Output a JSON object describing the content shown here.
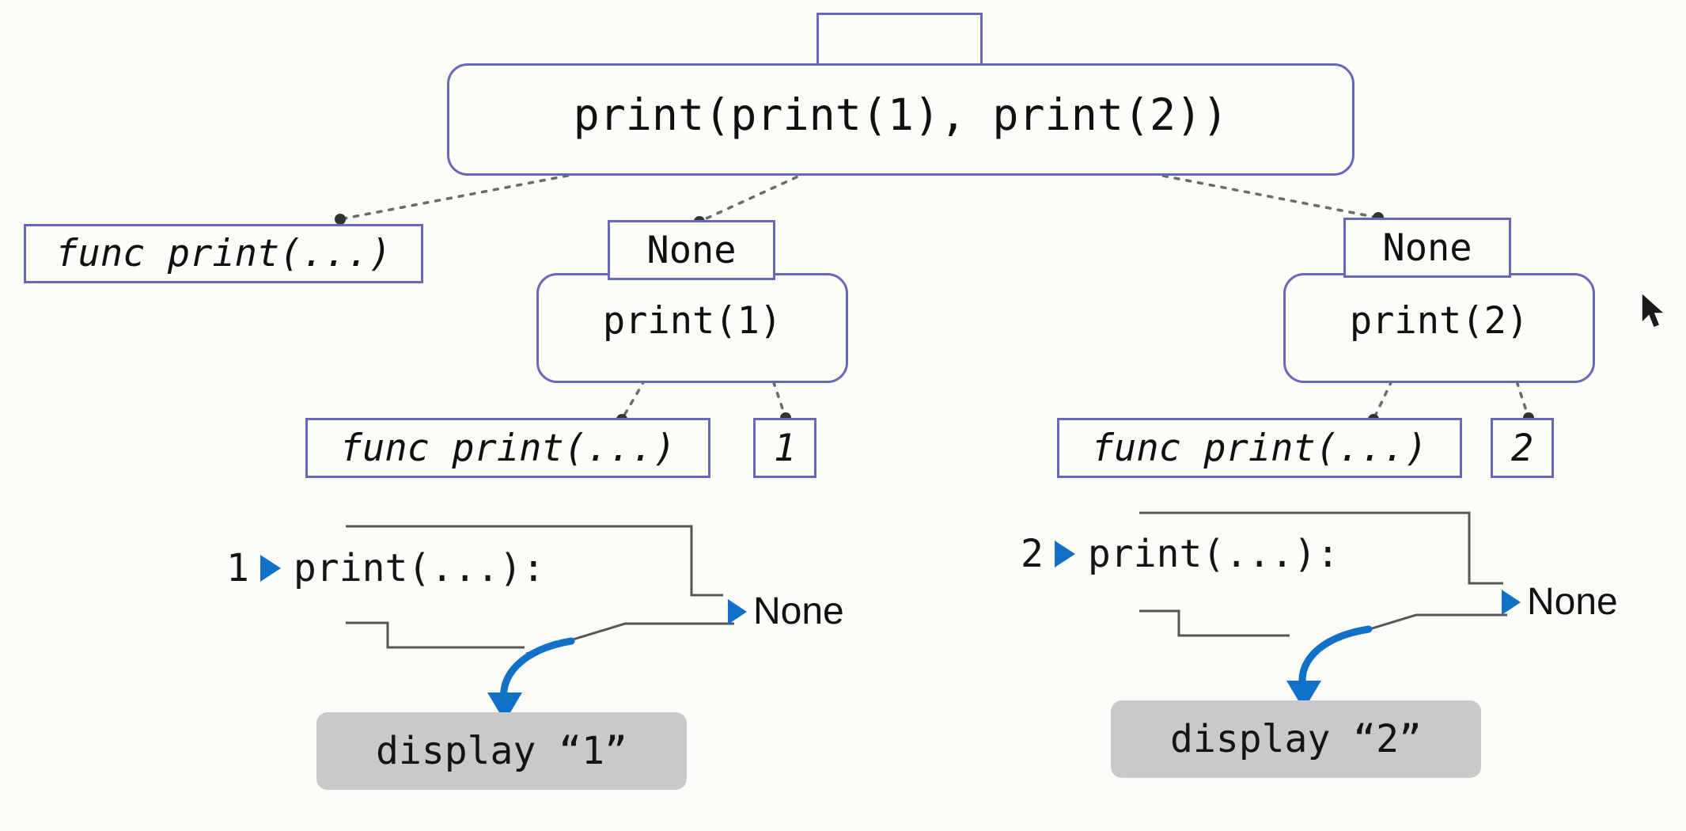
{
  "diagram": {
    "title_expression": "print(print(1), print(2))",
    "nodes": {
      "empty_top": "",
      "root_expr": "print(print(1), print(2))",
      "root_func": "func print(...)",
      "left_none": "None",
      "left_call": "print(1)",
      "left_func": "func print(...)",
      "left_arg": "1",
      "right_none": "None",
      "right_call": "print(2)",
      "right_func": "func print(...)",
      "right_arg": "2"
    },
    "trace": {
      "left": {
        "step": "1",
        "call_label": "print(...):",
        "result_label": "None",
        "display_label": "display “1”"
      },
      "right": {
        "step": "2",
        "call_label": "print(...):",
        "result_label": "None",
        "display_label": "display “2”"
      }
    },
    "colors": {
      "node_border": "#6b67b8",
      "accent_blue": "#1271c7",
      "display_bg": "#c9c9c9",
      "connector": "#555555",
      "background": "#fbfbf8"
    },
    "icons": {
      "play_triangle": "play-triangle-icon",
      "cursor": "mouse-cursor-icon",
      "curved_arrow": "curved-arrow-icon"
    }
  }
}
